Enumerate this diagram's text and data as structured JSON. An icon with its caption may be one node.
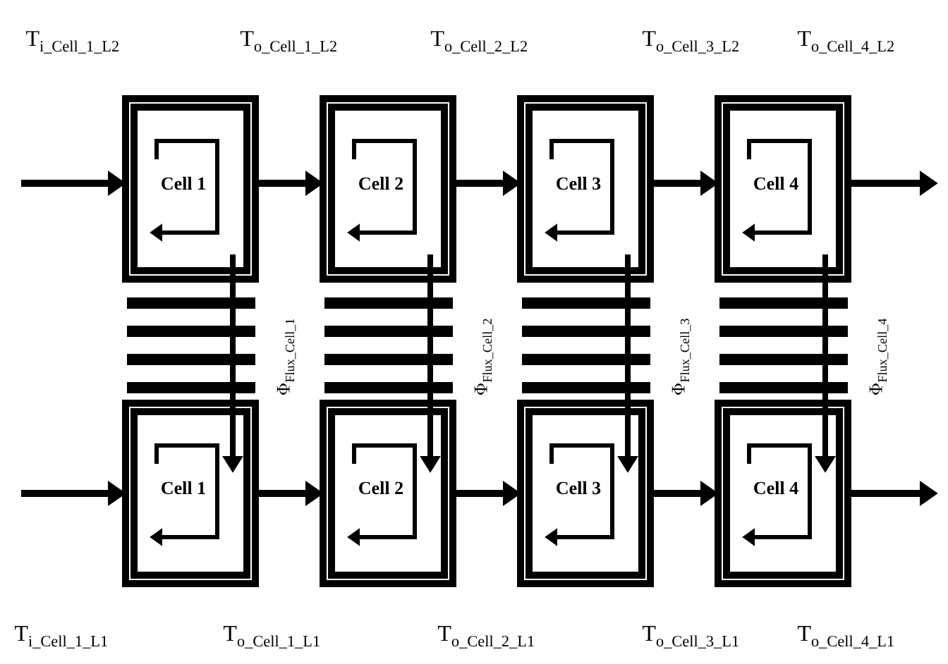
{
  "diagram": {
    "nodes": [
      {
        "text": [
          "Cell 1"
        ]
      },
      {
        "text": [
          "Cell 2"
        ]
      },
      {
        "text": [
          "Cell 3"
        ]
      },
      {
        "text": [
          "Cell 4"
        ]
      },
      {
        "text": [
          "Cell 1"
        ]
      },
      {
        "text": [
          "Cell 2"
        ]
      },
      {
        "text": [
          "Cell 3"
        ]
      },
      {
        "text": [
          "Cell 4"
        ]
      }
    ],
    "edges": [
      {
        "from": null,
        "to": 0,
        "arrow": "to"
      },
      {
        "from": 0,
        "to": 1,
        "arrow": "to"
      },
      {
        "from": 1,
        "to": 2,
        "arrow": "to"
      },
      {
        "from": 2,
        "to": 3,
        "arrow": "to"
      },
      {
        "from": 3,
        "to": null,
        "arrow": "to"
      },
      {
        "from": null,
        "to": 4,
        "arrow": "to"
      },
      {
        "from": 4,
        "to": 5,
        "arrow": "to"
      },
      {
        "from": 5,
        "to": 6,
        "arrow": "to"
      },
      {
        "from": 6,
        "to": 7,
        "arrow": "to"
      },
      {
        "from": 7,
        "to": null,
        "arrow": "to"
      },
      {
        "from": 0,
        "to": 4,
        "arrow": "to",
        "label": "\\Phi_{\\mathrm{Flux\\_Cell\\_1}}"
      },
      {
        "from": 1,
        "to": 5,
        "arrow": "to",
        "label": "\\Phi_{\\mathrm{Flux\\_Cell\\_2}}"
      },
      {
        "from": 2,
        "to": 6,
        "arrow": "to",
        "label": "\\Phi_{\\mathrm{Flux\\_Cell\\_3}}"
      },
      {
        "from": 3,
        "to": 7,
        "arrow": "to",
        "label": "\\Phi_{\\mathrm{Flux\\_Cell\\_4}}"
      }
    ],
    "labels": [
      "T$_{i_Cell_1_L2}$",
      "T$_{o_Cell_1_L2}$",
      "T$_{o_Cell_2_L2}$",
      "T$_{o_Cell_3_L2}$",
      "T$_{o_Cell_4_L2}$",
      "T$_{i_Cell_1_L1}$",
      "T$_{o_Cell_1_L1}$",
      "T$_{o_Cell_2_L1}$",
      "T$_{o_Cell_3_L1}$",
      "T$_{o_Cell_4_L1}$"
    ]
  }
}
